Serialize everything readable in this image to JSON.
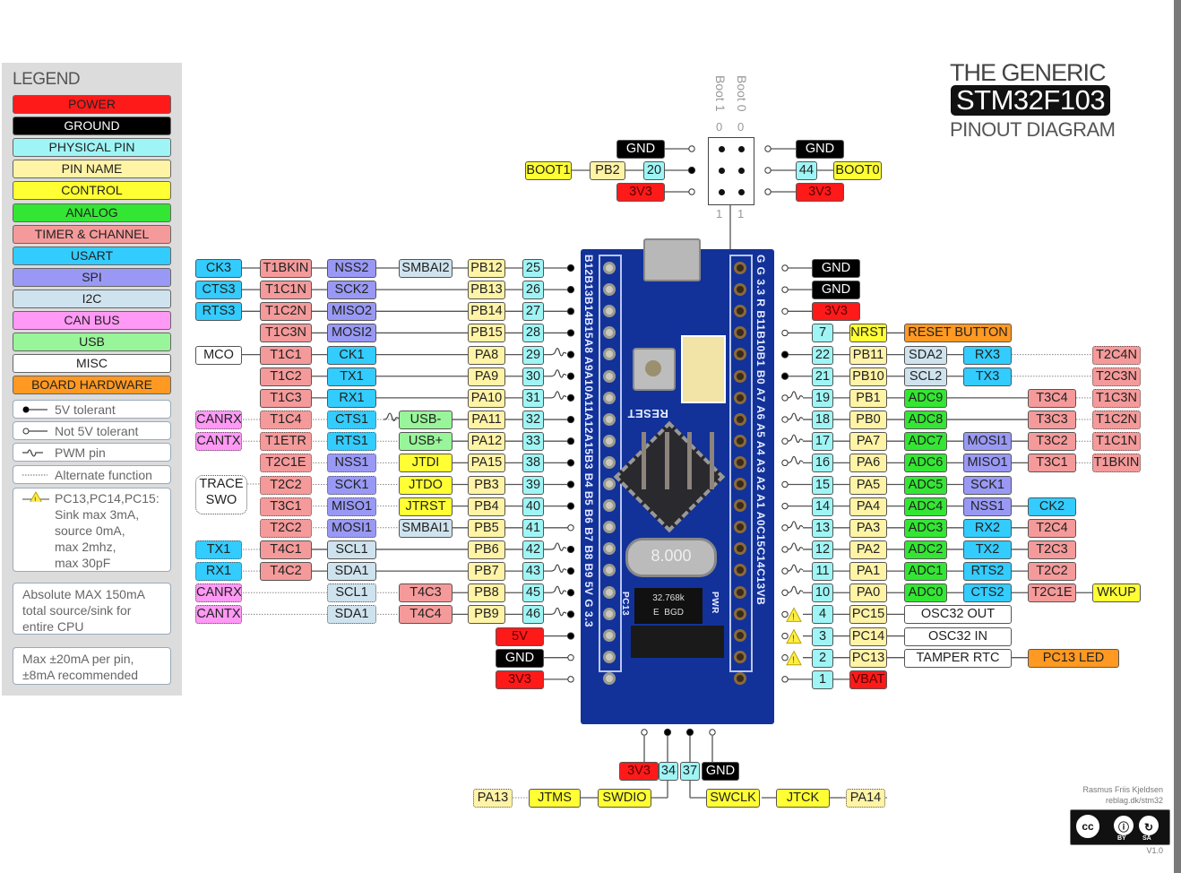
{
  "title": {
    "line1": "THE GENERIC",
    "line2": "STM32F103",
    "line3": "PINOUT DIAGRAM"
  },
  "colors": {
    "power": "#ff1a1a",
    "ground": "#000000",
    "physical_pin": "#9ff5f5",
    "pin_name": "#fff3a6",
    "control": "#ffff33",
    "analog": "#33e633",
    "timer": "#f59a9a",
    "usart": "#33ccff",
    "spi": "#9999f5",
    "i2c": "#cfe3ee",
    "can": "#ff99f5",
    "usb": "#99f599",
    "misc": "#ffffff",
    "board_hw": "#ff9922"
  },
  "legend": {
    "title": "LEGEND",
    "items": [
      {
        "label": "POWER",
        "type": "power"
      },
      {
        "label": "GROUND",
        "type": "ground"
      },
      {
        "label": "PHYSICAL PIN",
        "type": "physical_pin"
      },
      {
        "label": "PIN NAME",
        "type": "pin_name"
      },
      {
        "label": "CONTROL",
        "type": "control"
      },
      {
        "label": "ANALOG",
        "type": "analog"
      },
      {
        "label": "TIMER & CHANNEL",
        "type": "timer"
      },
      {
        "label": "USART",
        "type": "usart"
      },
      {
        "label": "SPI",
        "type": "spi"
      },
      {
        "label": "I2C",
        "type": "i2c"
      },
      {
        "label": "CAN BUS",
        "type": "can"
      },
      {
        "label": "USB",
        "type": "usb"
      },
      {
        "label": "MISC",
        "type": "misc"
      },
      {
        "label": "BOARD HARDWARE",
        "type": "board_hw"
      }
    ],
    "symbols": [
      {
        "label": "5V tolerant",
        "symbol": "filled-dot-icon"
      },
      {
        "label": "Not 5V tolerant",
        "symbol": "hollow-dot-icon"
      },
      {
        "label": "PWM pin",
        "symbol": "pwm-wave-icon"
      },
      {
        "label": "Alternate function",
        "symbol": "dotted-line-icon"
      }
    ],
    "warning": "PC13,PC14,PC15:\nSink max 3mA,\nsource 0mA,\nmax 2mhz,\nmax 30pF",
    "note1": "Absolute MAX 150mA total source/sink for entire CPU",
    "note2": "Max ±20mA per pin, ±8mA recommended"
  },
  "boot": {
    "label_boot1": "Boot 1",
    "label_boot0": "Boot 0",
    "zero": "0",
    "one": "1",
    "left": [
      {
        "labels": [
          {
            "t": "GND",
            "c": "ground"
          }
        ],
        "dot": "hollow"
      },
      {
        "labels": [
          {
            "t": "BOOT1",
            "c": "control"
          },
          {
            "t": "PB2",
            "c": "pin_name"
          },
          {
            "t": "20",
            "c": "physical_pin"
          }
        ],
        "dot": "filled"
      },
      {
        "labels": [
          {
            "t": "3V3",
            "c": "power"
          }
        ],
        "dot": "hollow"
      }
    ],
    "right": [
      {
        "labels": [
          {
            "t": "GND",
            "c": "ground"
          }
        ],
        "dot": "hollow"
      },
      {
        "labels": [
          {
            "t": "44",
            "c": "physical_pin"
          },
          {
            "t": "BOOT0",
            "c": "control"
          }
        ],
        "dot": "hollow"
      },
      {
        "labels": [
          {
            "t": "3V3",
            "c": "power"
          }
        ],
        "dot": "hollow"
      }
    ]
  },
  "left_pins": [
    {
      "pin": "25",
      "name": "PB12",
      "dot": "filled",
      "pwm": false,
      "f": [
        {
          "t": "CK3",
          "c": "usart",
          "col": 0
        },
        {
          "t": "T1BKIN",
          "c": "timer",
          "col": 1
        },
        {
          "t": "NSS2",
          "c": "spi",
          "col": 2
        },
        {
          "t": "SMBAI2",
          "c": "i2c",
          "col": 3
        }
      ]
    },
    {
      "pin": "26",
      "name": "PB13",
      "dot": "filled",
      "pwm": false,
      "f": [
        {
          "t": "CTS3",
          "c": "usart",
          "col": 0
        },
        {
          "t": "T1C1N",
          "c": "timer",
          "col": 1
        },
        {
          "t": "SCK2",
          "c": "spi",
          "col": 2
        }
      ]
    },
    {
      "pin": "27",
      "name": "PB14",
      "dot": "filled",
      "pwm": false,
      "f": [
        {
          "t": "RTS3",
          "c": "usart",
          "col": 0
        },
        {
          "t": "T1C2N",
          "c": "timer",
          "col": 1
        },
        {
          "t": "MISO2",
          "c": "spi",
          "col": 2
        }
      ]
    },
    {
      "pin": "28",
      "name": "PB15",
      "dot": "filled",
      "pwm": false,
      "f": [
        {
          "t": "T1C3N",
          "c": "timer",
          "col": 1
        },
        {
          "t": "MOSI2",
          "c": "spi",
          "col": 2
        }
      ]
    },
    {
      "pin": "29",
      "name": "PA8",
      "dot": "filled",
      "pwm": true,
      "f": [
        {
          "t": "MCO",
          "c": "misc",
          "col": 0
        },
        {
          "t": "T1C1",
          "c": "timer",
          "col": 1
        },
        {
          "t": "CK1",
          "c": "usart",
          "col": 2
        }
      ]
    },
    {
      "pin": "30",
      "name": "PA9",
      "dot": "filled",
      "pwm": true,
      "f": [
        {
          "t": "T1C2",
          "c": "timer",
          "col": 1
        },
        {
          "t": "TX1",
          "c": "usart",
          "col": 2
        }
      ]
    },
    {
      "pin": "31",
      "name": "PA10",
      "dot": "filled",
      "pwm": true,
      "f": [
        {
          "t": "T1C3",
          "c": "timer",
          "col": 1
        },
        {
          "t": "RX1",
          "c": "usart",
          "col": 2
        }
      ]
    },
    {
      "pin": "32",
      "name": "PA11",
      "dot": "filled",
      "pwm": false,
      "f": [
        {
          "t": "CANRX",
          "c": "can",
          "col": 0,
          "alt": true
        },
        {
          "t": "T1C4",
          "c": "timer",
          "col": 1,
          "alt": true
        },
        {
          "t": "CTS1",
          "c": "usart",
          "col": 2,
          "alt": true
        },
        {
          "t": "USB-",
          "c": "usb",
          "col": 3
        }
      ]
    },
    {
      "pin": "33",
      "name": "PA12",
      "dot": "filled",
      "pwm": false,
      "f": [
        {
          "t": "CANTX",
          "c": "can",
          "col": 0,
          "alt": true
        },
        {
          "t": "T1ETR",
          "c": "timer",
          "col": 1,
          "alt": true
        },
        {
          "t": "RTS1",
          "c": "usart",
          "col": 2,
          "alt": true
        },
        {
          "t": "USB+",
          "c": "usb",
          "col": 3
        }
      ]
    },
    {
      "pin": "38",
      "name": "PA15",
      "dot": "filled",
      "pwm": false,
      "f": [
        {
          "t": "T2C1E",
          "c": "timer",
          "col": 1,
          "alt": true
        },
        {
          "t": "NSS1",
          "c": "spi",
          "col": 2,
          "alt": true
        },
        {
          "t": "JTDI",
          "c": "control",
          "col": 3
        }
      ]
    },
    {
      "pin": "39",
      "name": "PB3",
      "dot": "filled",
      "pwm": false,
      "f": [
        {
          "t": "T2C2",
          "c": "timer",
          "col": 1,
          "alt": true
        },
        {
          "t": "SCK1",
          "c": "spi",
          "col": 2,
          "alt": true
        },
        {
          "t": "JTDO",
          "c": "control",
          "col": 3
        }
      ]
    },
    {
      "pin": "40",
      "name": "PB4",
      "dot": "filled",
      "pwm": false,
      "f": [
        {
          "t": "T3C1",
          "c": "timer",
          "col": 1,
          "alt": true
        },
        {
          "t": "MISO1",
          "c": "spi",
          "col": 2,
          "alt": true
        },
        {
          "t": "JTRST",
          "c": "control",
          "col": 3
        }
      ]
    },
    {
      "pin": "41",
      "name": "PB5",
      "dot": "hollow",
      "pwm": false,
      "f": [
        {
          "t": "T2C2",
          "c": "timer",
          "col": 1,
          "alt": true
        },
        {
          "t": "MOSI1",
          "c": "spi",
          "col": 2,
          "alt": true
        },
        {
          "t": "SMBAI1",
          "c": "i2c",
          "col": 3
        }
      ]
    },
    {
      "pin": "42",
      "name": "PB6",
      "dot": "filled",
      "pwm": true,
      "f": [
        {
          "t": "TX1",
          "c": "usart",
          "col": 0,
          "alt": true
        },
        {
          "t": "T4C1",
          "c": "timer",
          "col": 1
        },
        {
          "t": "SCL1",
          "c": "i2c",
          "col": 2
        }
      ]
    },
    {
      "pin": "43",
      "name": "PB7",
      "dot": "filled",
      "pwm": true,
      "f": [
        {
          "t": "RX1",
          "c": "usart",
          "col": 0,
          "alt": true
        },
        {
          "t": "T4C2",
          "c": "timer",
          "col": 1
        },
        {
          "t": "SDA1",
          "c": "i2c",
          "col": 2
        }
      ]
    },
    {
      "pin": "45",
      "name": "PB8",
      "dot": "filled",
      "pwm": true,
      "f": [
        {
          "t": "CANRX",
          "c": "can",
          "col": 0,
          "alt": true
        },
        {
          "t": "SCL1",
          "c": "i2c",
          "col": 2,
          "alt": true
        },
        {
          "t": "T4C3",
          "c": "timer",
          "col": 3
        }
      ]
    },
    {
      "pin": "46",
      "name": "PB9",
      "dot": "filled",
      "pwm": true,
      "f": [
        {
          "t": "CANTX",
          "c": "can",
          "col": 0,
          "alt": true
        },
        {
          "t": "SDA1",
          "c": "i2c",
          "col": 2,
          "alt": true
        },
        {
          "t": "T4C4",
          "c": "timer",
          "col": 3
        }
      ]
    }
  ],
  "left_trace_swo": "TRACE\nSWO",
  "left_power": [
    {
      "t": "5V",
      "c": "power",
      "dot": "filled"
    },
    {
      "t": "GND",
      "c": "ground",
      "dot": "hollow"
    },
    {
      "t": "3V3",
      "c": "power",
      "dot": "hollow"
    }
  ],
  "right_power": [
    {
      "t": "GND",
      "c": "ground",
      "dot": "hollow"
    },
    {
      "t": "GND",
      "c": "ground",
      "dot": "hollow"
    },
    {
      "t": "3V3",
      "c": "power",
      "dot": "hollow"
    }
  ],
  "right_pins": [
    {
      "pin": "7",
      "name": "NRST",
      "nc": "control",
      "dot": "hollow",
      "pwm": false,
      "warn": false,
      "f": [
        {
          "t": "RESET BUTTON",
          "c": "board_hw",
          "col": 0,
          "span": 2
        }
      ]
    },
    {
      "pin": "22",
      "name": "PB11",
      "dot": "filled",
      "pwm": false,
      "warn": false,
      "f": [
        {
          "t": "SDA2",
          "c": "i2c",
          "col": 0
        },
        {
          "t": "RX3",
          "c": "usart",
          "col": 1
        },
        {
          "t": "T2C4N",
          "c": "timer",
          "col": 3,
          "alt": true
        }
      ]
    },
    {
      "pin": "21",
      "name": "PB10",
      "dot": "filled",
      "pwm": false,
      "warn": false,
      "f": [
        {
          "t": "SCL2",
          "c": "i2c",
          "col": 0
        },
        {
          "t": "TX3",
          "c": "usart",
          "col": 1
        },
        {
          "t": "T2C3N",
          "c": "timer",
          "col": 3,
          "alt": true
        }
      ]
    },
    {
      "pin": "19",
      "name": "PB1",
      "dot": "hollow",
      "pwm": true,
      "warn": false,
      "f": [
        {
          "t": "ADC9",
          "c": "analog",
          "col": 0
        },
        {
          "t": "T3C4",
          "c": "timer",
          "col": 2
        },
        {
          "t": "T1C3N",
          "c": "timer",
          "col": 3,
          "alt": true
        }
      ]
    },
    {
      "pin": "18",
      "name": "PB0",
      "dot": "hollow",
      "pwm": true,
      "warn": false,
      "f": [
        {
          "t": "ADC8",
          "c": "analog",
          "col": 0
        },
        {
          "t": "T3C3",
          "c": "timer",
          "col": 2
        },
        {
          "t": "T1C2N",
          "c": "timer",
          "col": 3,
          "alt": true
        }
      ]
    },
    {
      "pin": "17",
      "name": "PA7",
      "dot": "hollow",
      "pwm": true,
      "warn": false,
      "f": [
        {
          "t": "ADC7",
          "c": "analog",
          "col": 0
        },
        {
          "t": "MOSI1",
          "c": "spi",
          "col": 1
        },
        {
          "t": "T3C2",
          "c": "timer",
          "col": 2
        },
        {
          "t": "T1C1N",
          "c": "timer",
          "col": 3,
          "alt": true
        }
      ]
    },
    {
      "pin": "16",
      "name": "PA6",
      "dot": "hollow",
      "pwm": true,
      "warn": false,
      "f": [
        {
          "t": "ADC6",
          "c": "analog",
          "col": 0
        },
        {
          "t": "MISO1",
          "c": "spi",
          "col": 1
        },
        {
          "t": "T3C1",
          "c": "timer",
          "col": 2
        },
        {
          "t": "T1BKIN",
          "c": "timer",
          "col": 3,
          "alt": true
        }
      ]
    },
    {
      "pin": "15",
      "name": "PA5",
      "dot": "hollow",
      "pwm": false,
      "warn": false,
      "f": [
        {
          "t": "ADC5",
          "c": "analog",
          "col": 0
        },
        {
          "t": "SCK1",
          "c": "spi",
          "col": 1
        }
      ]
    },
    {
      "pin": "14",
      "name": "PA4",
      "dot": "hollow",
      "pwm": false,
      "warn": false,
      "f": [
        {
          "t": "ADC4",
          "c": "analog",
          "col": 0
        },
        {
          "t": "NSS1",
          "c": "spi",
          "col": 1
        },
        {
          "t": "CK2",
          "c": "usart",
          "col": 2
        }
      ]
    },
    {
      "pin": "13",
      "name": "PA3",
      "dot": "hollow",
      "pwm": true,
      "warn": false,
      "f": [
        {
          "t": "ADC3",
          "c": "analog",
          "col": 0
        },
        {
          "t": "RX2",
          "c": "usart",
          "col": 1
        },
        {
          "t": "T2C4",
          "c": "timer",
          "col": 2
        }
      ]
    },
    {
      "pin": "12",
      "name": "PA2",
      "dot": "hollow",
      "pwm": true,
      "warn": false,
      "f": [
        {
          "t": "ADC2",
          "c": "analog",
          "col": 0
        },
        {
          "t": "TX2",
          "c": "usart",
          "col": 1
        },
        {
          "t": "T2C3",
          "c": "timer",
          "col": 2
        }
      ]
    },
    {
      "pin": "11",
      "name": "PA1",
      "dot": "hollow",
      "pwm": true,
      "warn": false,
      "f": [
        {
          "t": "ADC1",
          "c": "analog",
          "col": 0
        },
        {
          "t": "RTS2",
          "c": "usart",
          "col": 1
        },
        {
          "t": "T2C2",
          "c": "timer",
          "col": 2
        }
      ]
    },
    {
      "pin": "10",
      "name": "PA0",
      "dot": "hollow",
      "pwm": true,
      "warn": false,
      "f": [
        {
          "t": "ADC0",
          "c": "analog",
          "col": 0
        },
        {
          "t": "CTS2",
          "c": "usart",
          "col": 1
        },
        {
          "t": "T2C1E",
          "c": "timer",
          "col": 2
        },
        {
          "t": "WKUP",
          "c": "control",
          "col": 3
        }
      ]
    },
    {
      "pin": "4",
      "name": "PC15",
      "dot": "hollow",
      "pwm": false,
      "warn": true,
      "f": [
        {
          "t": "OSC32 OUT",
          "c": "misc",
          "col": 0,
          "span": 2
        }
      ]
    },
    {
      "pin": "3",
      "name": "PC14",
      "dot": "hollow",
      "pwm": false,
      "warn": true,
      "f": [
        {
          "t": "OSC32 IN",
          "c": "misc",
          "col": 0,
          "span": 2
        }
      ]
    },
    {
      "pin": "2",
      "name": "PC13",
      "dot": "hollow",
      "pwm": false,
      "warn": true,
      "f": [
        {
          "t": "TAMPER RTC",
          "c": "misc",
          "col": 0,
          "span": 2
        },
        {
          "t": "PC13 LED",
          "c": "board_hw",
          "col": 2,
          "span": 1.5
        }
      ]
    },
    {
      "pin": "1",
      "name": "VBAT",
      "nc": "power",
      "dot": "hollow",
      "pwm": false,
      "warn": false,
      "f": []
    }
  ],
  "swd": {
    "header": [
      {
        "t": "3V3",
        "c": "power",
        "dot": "hollow"
      },
      {
        "t": "34",
        "c": "physical_pin",
        "dot": "filled"
      },
      {
        "t": "37",
        "c": "physical_pin",
        "dot": "filled"
      },
      {
        "t": "GND",
        "c": "ground",
        "dot": "hollow"
      }
    ],
    "left": [
      {
        "t": "PA13",
        "c": "pin_name",
        "alt": true
      },
      {
        "t": "JTMS",
        "c": "control"
      },
      {
        "t": "SWDIO",
        "c": "control"
      }
    ],
    "right": [
      {
        "t": "SWCLK",
        "c": "control"
      },
      {
        "t": "JTCK",
        "c": "control"
      },
      {
        "t": "PA14",
        "c": "pin_name",
        "alt": true
      }
    ]
  },
  "board": {
    "left_silk": "B12B13B14B15A8 A9A10A11A12A15B3 B4 B5 B6 B7 B8 B9 5V G 3.3",
    "right_silk": "G G 3.3 R B11B10B1 B0 A7 A6 A5 A4 A3 A2 A1 A0C15C14C13VB",
    "reset_label": "RESET",
    "crystal": "8.000",
    "rtc_crystal": "32.768k\nE  BGD",
    "pc13_label": "PC13",
    "pwr_label": "PWR"
  },
  "credit": {
    "author": "Rasmus Friis Kjeldsen",
    "url": "reblag.dk/stm32",
    "license_by": "BY",
    "license_sa": "SA",
    "version": "V1.0"
  }
}
